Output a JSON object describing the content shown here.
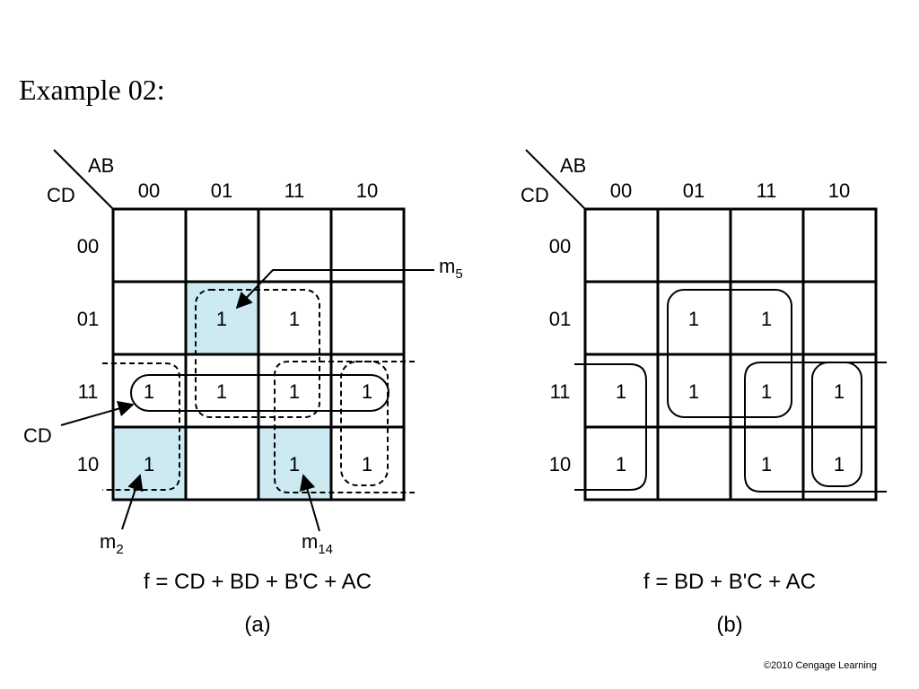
{
  "title": "Example 02:",
  "row_var": "CD",
  "col_var": "AB",
  "col_labels": [
    "00",
    "01",
    "11",
    "10"
  ],
  "row_labels": [
    "00",
    "01",
    "11",
    "10"
  ],
  "maps": [
    {
      "caption": "(a)",
      "formula": "f = CD + BD + B'C + AC",
      "cells": [
        [
          "",
          "",
          "",
          ""
        ],
        [
          "",
          "1",
          "1",
          ""
        ],
        [
          "1",
          "1",
          "1",
          "1"
        ],
        [
          "1",
          "",
          "1",
          "1"
        ]
      ],
      "highlighted": [
        "m2",
        "m5",
        "m14"
      ],
      "annotations": {
        "m5_base": "m",
        "m5_sub": "5",
        "m2_base": "m",
        "m2_sub": "2",
        "m14_base": "m",
        "m14_sub": "14",
        "cd_label": "CD"
      }
    },
    {
      "caption": "(b)",
      "formula": "f = BD + B'C + AC",
      "cells": [
        [
          "",
          "",
          "",
          ""
        ],
        [
          "",
          "1",
          "1",
          ""
        ],
        [
          "1",
          "1",
          "1",
          "1"
        ],
        [
          "1",
          "",
          "1",
          "1"
        ]
      ]
    }
  ],
  "colors": {
    "highlight": "#cde9f2",
    "line": "#000000"
  },
  "copyright": "©2010 Cengage Learning"
}
